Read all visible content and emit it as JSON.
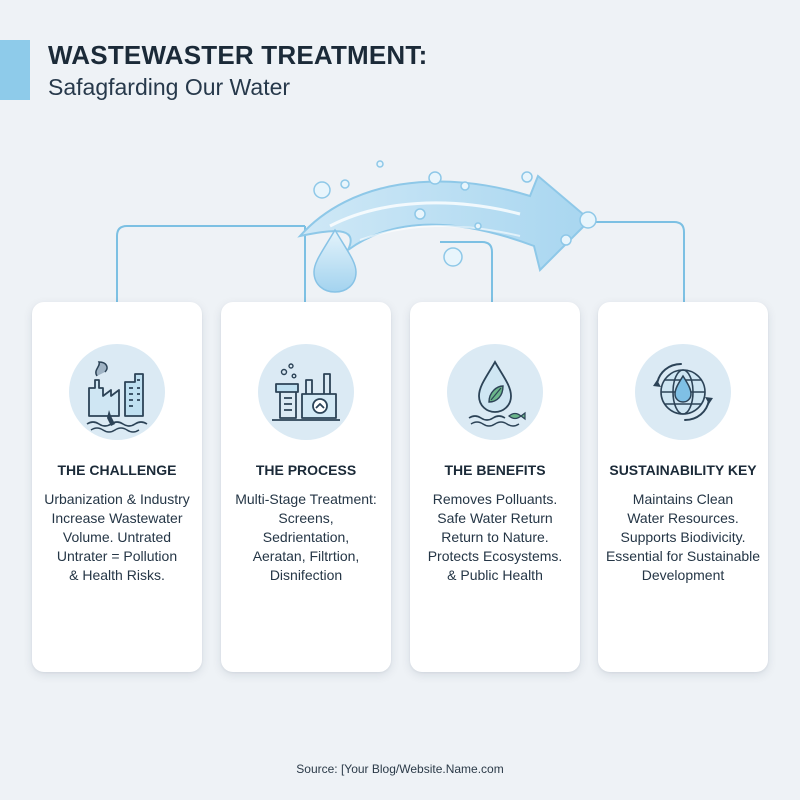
{
  "header": {
    "title": "WASTEWASTER TREATMENT:",
    "subtitle": "Safagfarding Our Water"
  },
  "cards": [
    {
      "title": "THE CHALLENGE",
      "icon": "factory-city-icon",
      "lines": [
        "Urbanization & Industry",
        "Increase Wastewater",
        "Volume. Untrated",
        "Untrater = Pollution",
        "& Health Risks."
      ]
    },
    {
      "title": "THE PROCESS",
      "icon": "treatment-plant-icon",
      "lines": [
        "Multi-Stage Treatment:",
        "Screens,",
        "Sedrientation,",
        "Aeratan, Filtrtion,",
        "Disnifection"
      ]
    },
    {
      "title": "THE BENEFITS",
      "icon": "water-drop-leaf-icon",
      "lines": [
        "Removes Polluants.",
        "Safe Water Return",
        "Return to Nature.",
        "Protects Ecosystems.",
        "& Public Health"
      ]
    },
    {
      "title": "SUSTAINABILITY KEY",
      "icon": "globe-recycle-icon",
      "lines": [
        "Maintains Clean",
        "Water Resources.",
        "Supports Biodivicity.",
        "Essential for Sustainable",
        "Development"
      ]
    }
  ],
  "footer": {
    "source": "Source: [Your Blog/Website.Name.com"
  },
  "colors": {
    "background": "#eef2f6",
    "accent": "#8ecbea",
    "connector": "#7cc0e3",
    "icon_circle": "#dbeaf4",
    "icon_stroke": "#2c4357"
  }
}
